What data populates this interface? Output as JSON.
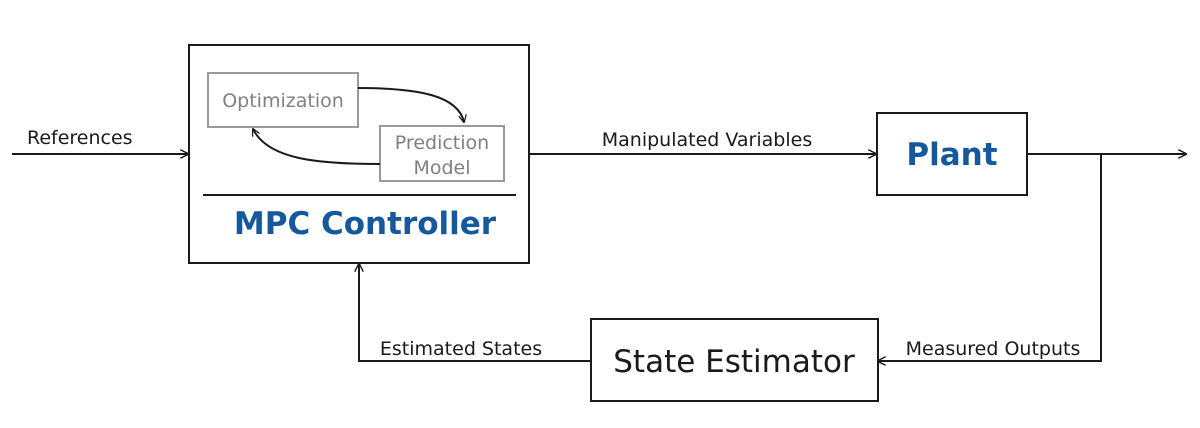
{
  "colors": {
    "accent": "#15589b",
    "line": "#1a1a1a",
    "inner_box": "#9a9a9a",
    "inner_text": "#808080"
  },
  "signals": {
    "references": "References",
    "manipulated_variables": "Manipulated Variables",
    "measured_outputs": "Measured Outputs",
    "estimated_states": "Estimated States"
  },
  "controller": {
    "title": "MPC Controller",
    "optimization": "Optimization",
    "prediction_line1": "Prediction",
    "prediction_line2": "Model"
  },
  "plant": {
    "title": "Plant"
  },
  "estimator": {
    "title": "State Estimator"
  }
}
